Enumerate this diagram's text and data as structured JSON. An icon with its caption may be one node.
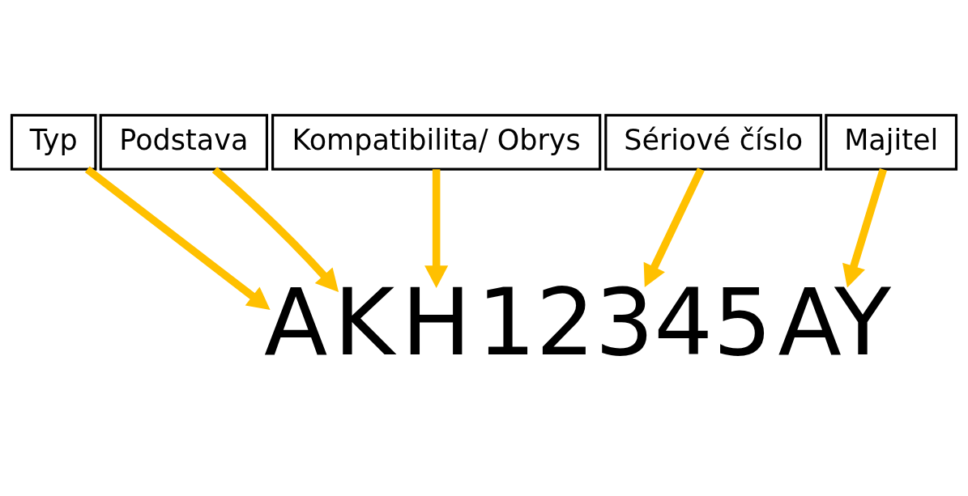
{
  "diagram": {
    "nodes": [
      {
        "text": [
          "Typ"
        ]
      },
      {
        "text": [
          "Podstava"
        ]
      },
      {
        "text": [
          "Kompatibilita/ Obrys"
        ]
      },
      {
        "text": [
          "Sériové číslo"
        ]
      },
      {
        "text": [
          "Majitel"
        ]
      },
      {
        "text": [
          "A"
        ]
      },
      {
        "text": [
          "K"
        ]
      },
      {
        "text": [
          "H"
        ]
      },
      {
        "text": [
          "12345"
        ]
      },
      {
        "text": [
          "AY"
        ]
      }
    ],
    "edges": [
      {
        "from": 0,
        "to": 5,
        "arrow": "to"
      },
      {
        "from": 1,
        "to": 6,
        "arrow": "to"
      },
      {
        "from": 2,
        "to": 7,
        "arrow": "to"
      },
      {
        "from": 3,
        "to": 8,
        "arrow": "to"
      },
      {
        "from": 4,
        "to": 9,
        "arrow": "to"
      }
    ]
  }
}
